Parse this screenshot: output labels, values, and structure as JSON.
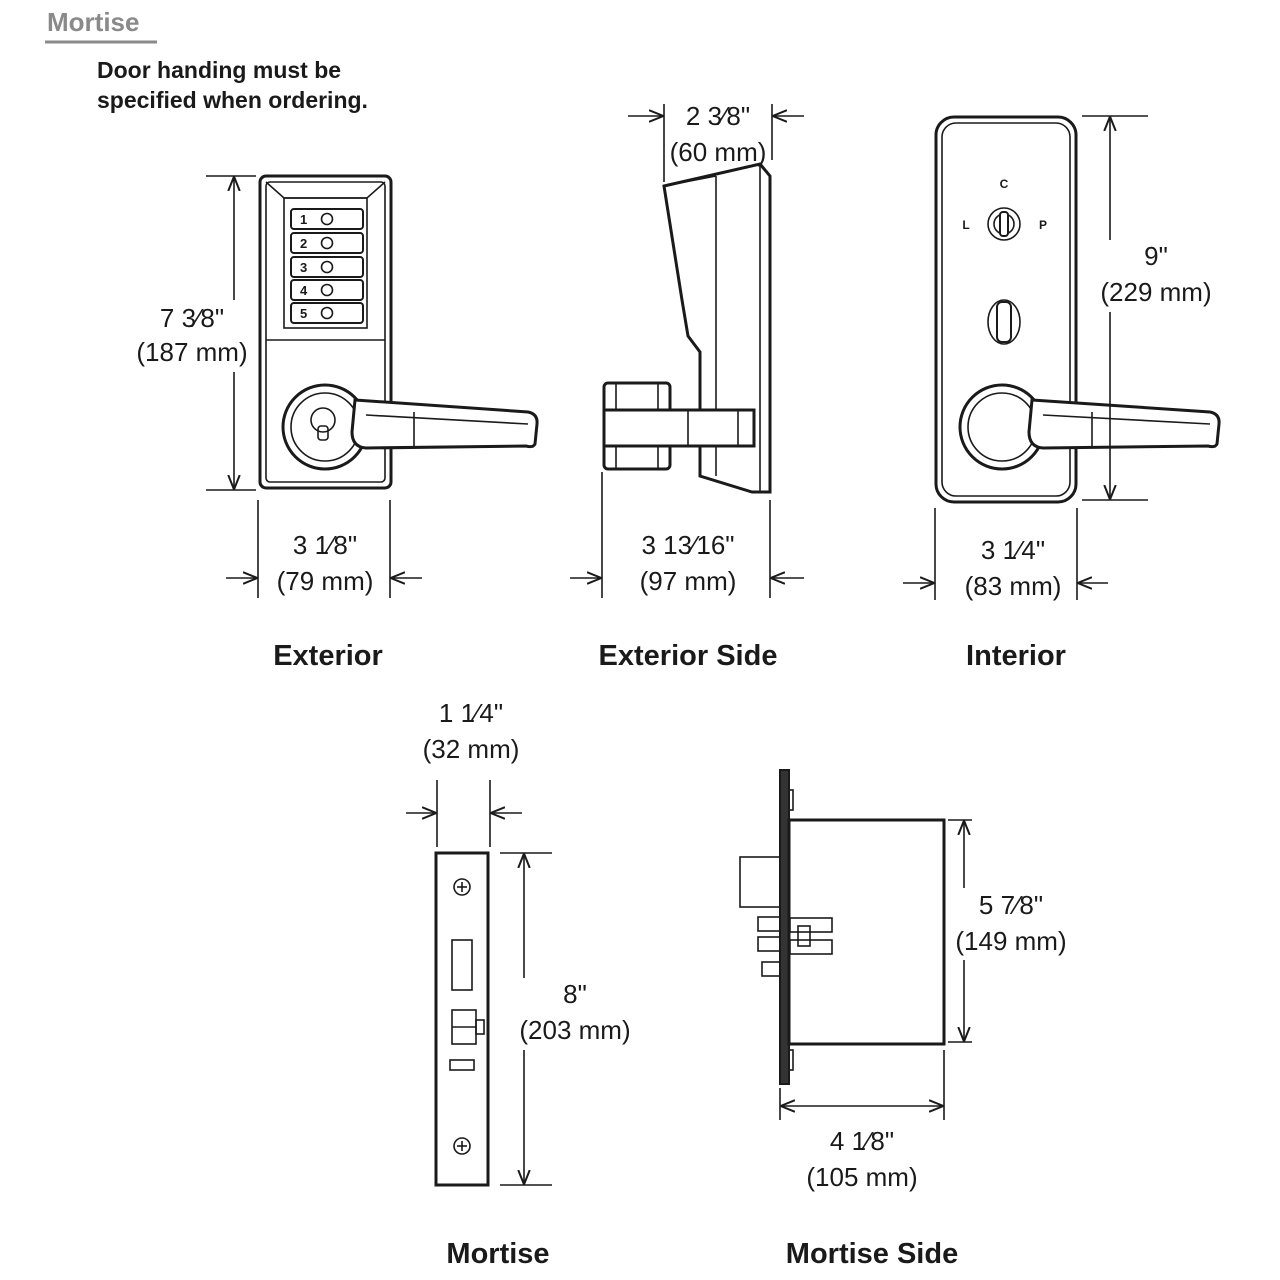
{
  "header": {
    "title": "Mortise"
  },
  "note": {
    "line1": "Door handing must be",
    "line2": "specified when ordering."
  },
  "keypad": {
    "keys": [
      "1",
      "2",
      "3",
      "4",
      "5"
    ]
  },
  "interior_labels": {
    "c": "C",
    "l": "L",
    "p": "P"
  },
  "views": {
    "exterior": {
      "caption": "Exterior",
      "height": {
        "imperial": "7 3⁄8\"",
        "metric": "(187 mm)"
      },
      "width": {
        "imperial": "3 1⁄8\"",
        "metric": "(79 mm)"
      }
    },
    "exterior_side": {
      "caption": "Exterior Side",
      "depth_top": {
        "imperial": "2 3⁄8\"",
        "metric": "(60 mm)"
      },
      "depth_bottom": {
        "imperial": "3 13⁄16\"",
        "metric": "(97 mm)"
      }
    },
    "interior": {
      "caption": "Interior",
      "height": {
        "imperial": "9\"",
        "metric": "(229 mm)"
      },
      "width": {
        "imperial": "3 1⁄4\"",
        "metric": "(83 mm)"
      }
    },
    "mortise": {
      "caption": "Mortise",
      "width": {
        "imperial": "1 1⁄4\"",
        "metric": "(32 mm)"
      },
      "height": {
        "imperial": "8\"",
        "metric": "(203 mm)"
      }
    },
    "mortise_side": {
      "caption": "Mortise Side",
      "height": {
        "imperial": "5 7⁄8\"",
        "metric": "(149 mm)"
      },
      "width": {
        "imperial": "4 1⁄8\"",
        "metric": "(105 mm)"
      }
    }
  }
}
